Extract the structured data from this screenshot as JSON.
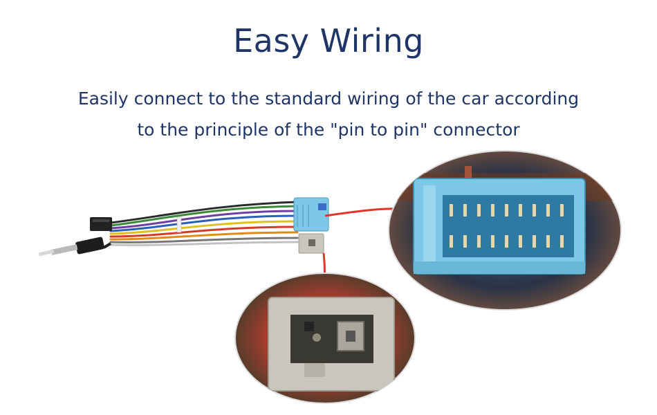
{
  "heading": {
    "title": "Easy Wiring",
    "subtitle_line1": "Easily connect to the standard wiring of the car according",
    "subtitle_line2": "to the principle of the \"pin to pin\" connector"
  },
  "colors": {
    "text": "#1f3567",
    "connector_blue": "#7cc8e6",
    "connector_grey": "#c9c6bd",
    "arrow_red": "#e3342a"
  }
}
